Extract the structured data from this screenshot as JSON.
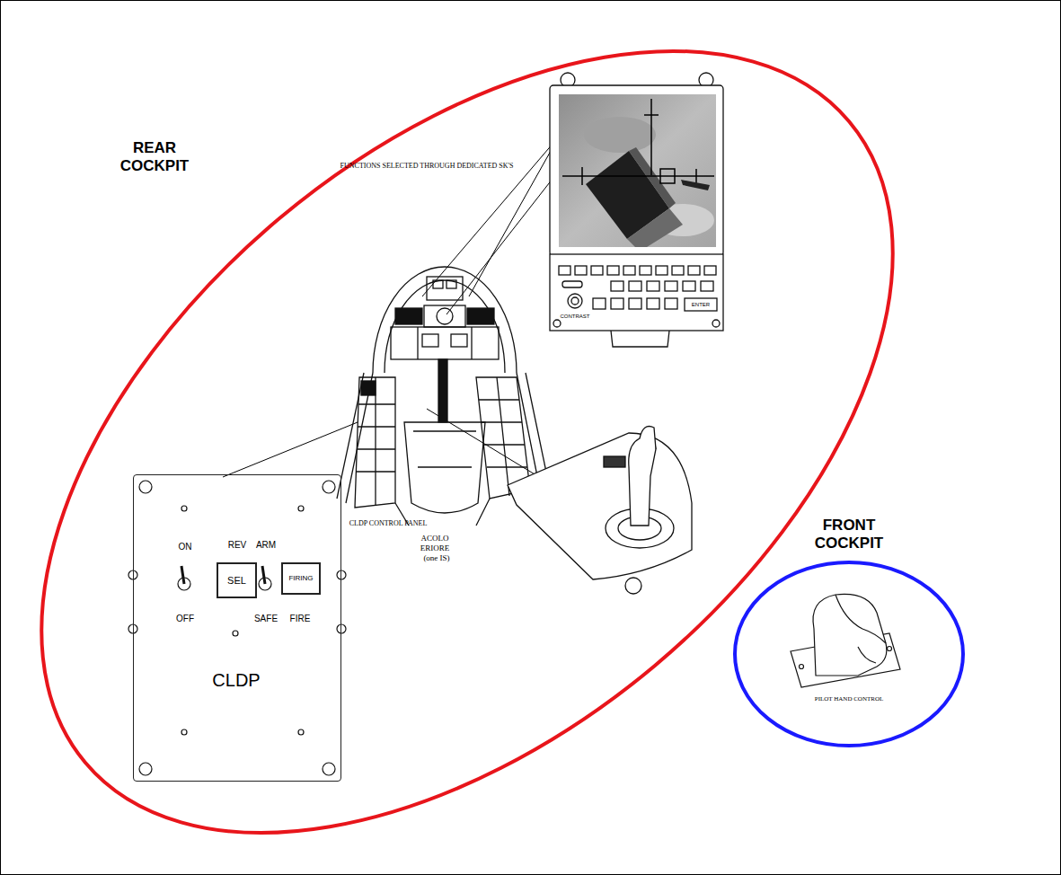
{
  "diagram": {
    "nodes": [
      {
        "text": [
          "REAR COCKPIT"
        ]
      },
      {
        "text": [
          "ON",
          "OFF",
          "REV",
          "ARM",
          "SAFE",
          "FIRE",
          "CLDP"
        ],
        "in": 0
      },
      {
        "text": [
          "SEL"
        ],
        "in": 1
      },
      {
        "text": [
          "FIRING"
        ],
        "in": 1
      },
      {
        "text": [
          "FRONT COCKPIT",
          "PILOT HAND CONTROL"
        ]
      }
    ],
    "labels": [
      "FUNCTIONS SELECTED THROUGH DEDICATED SK'S",
      "CLDP CONTROL PANEL",
      "ACOLO",
      "ERIORE",
      "(one IS)",
      "CONTRAST",
      "ENTER"
    ]
  }
}
